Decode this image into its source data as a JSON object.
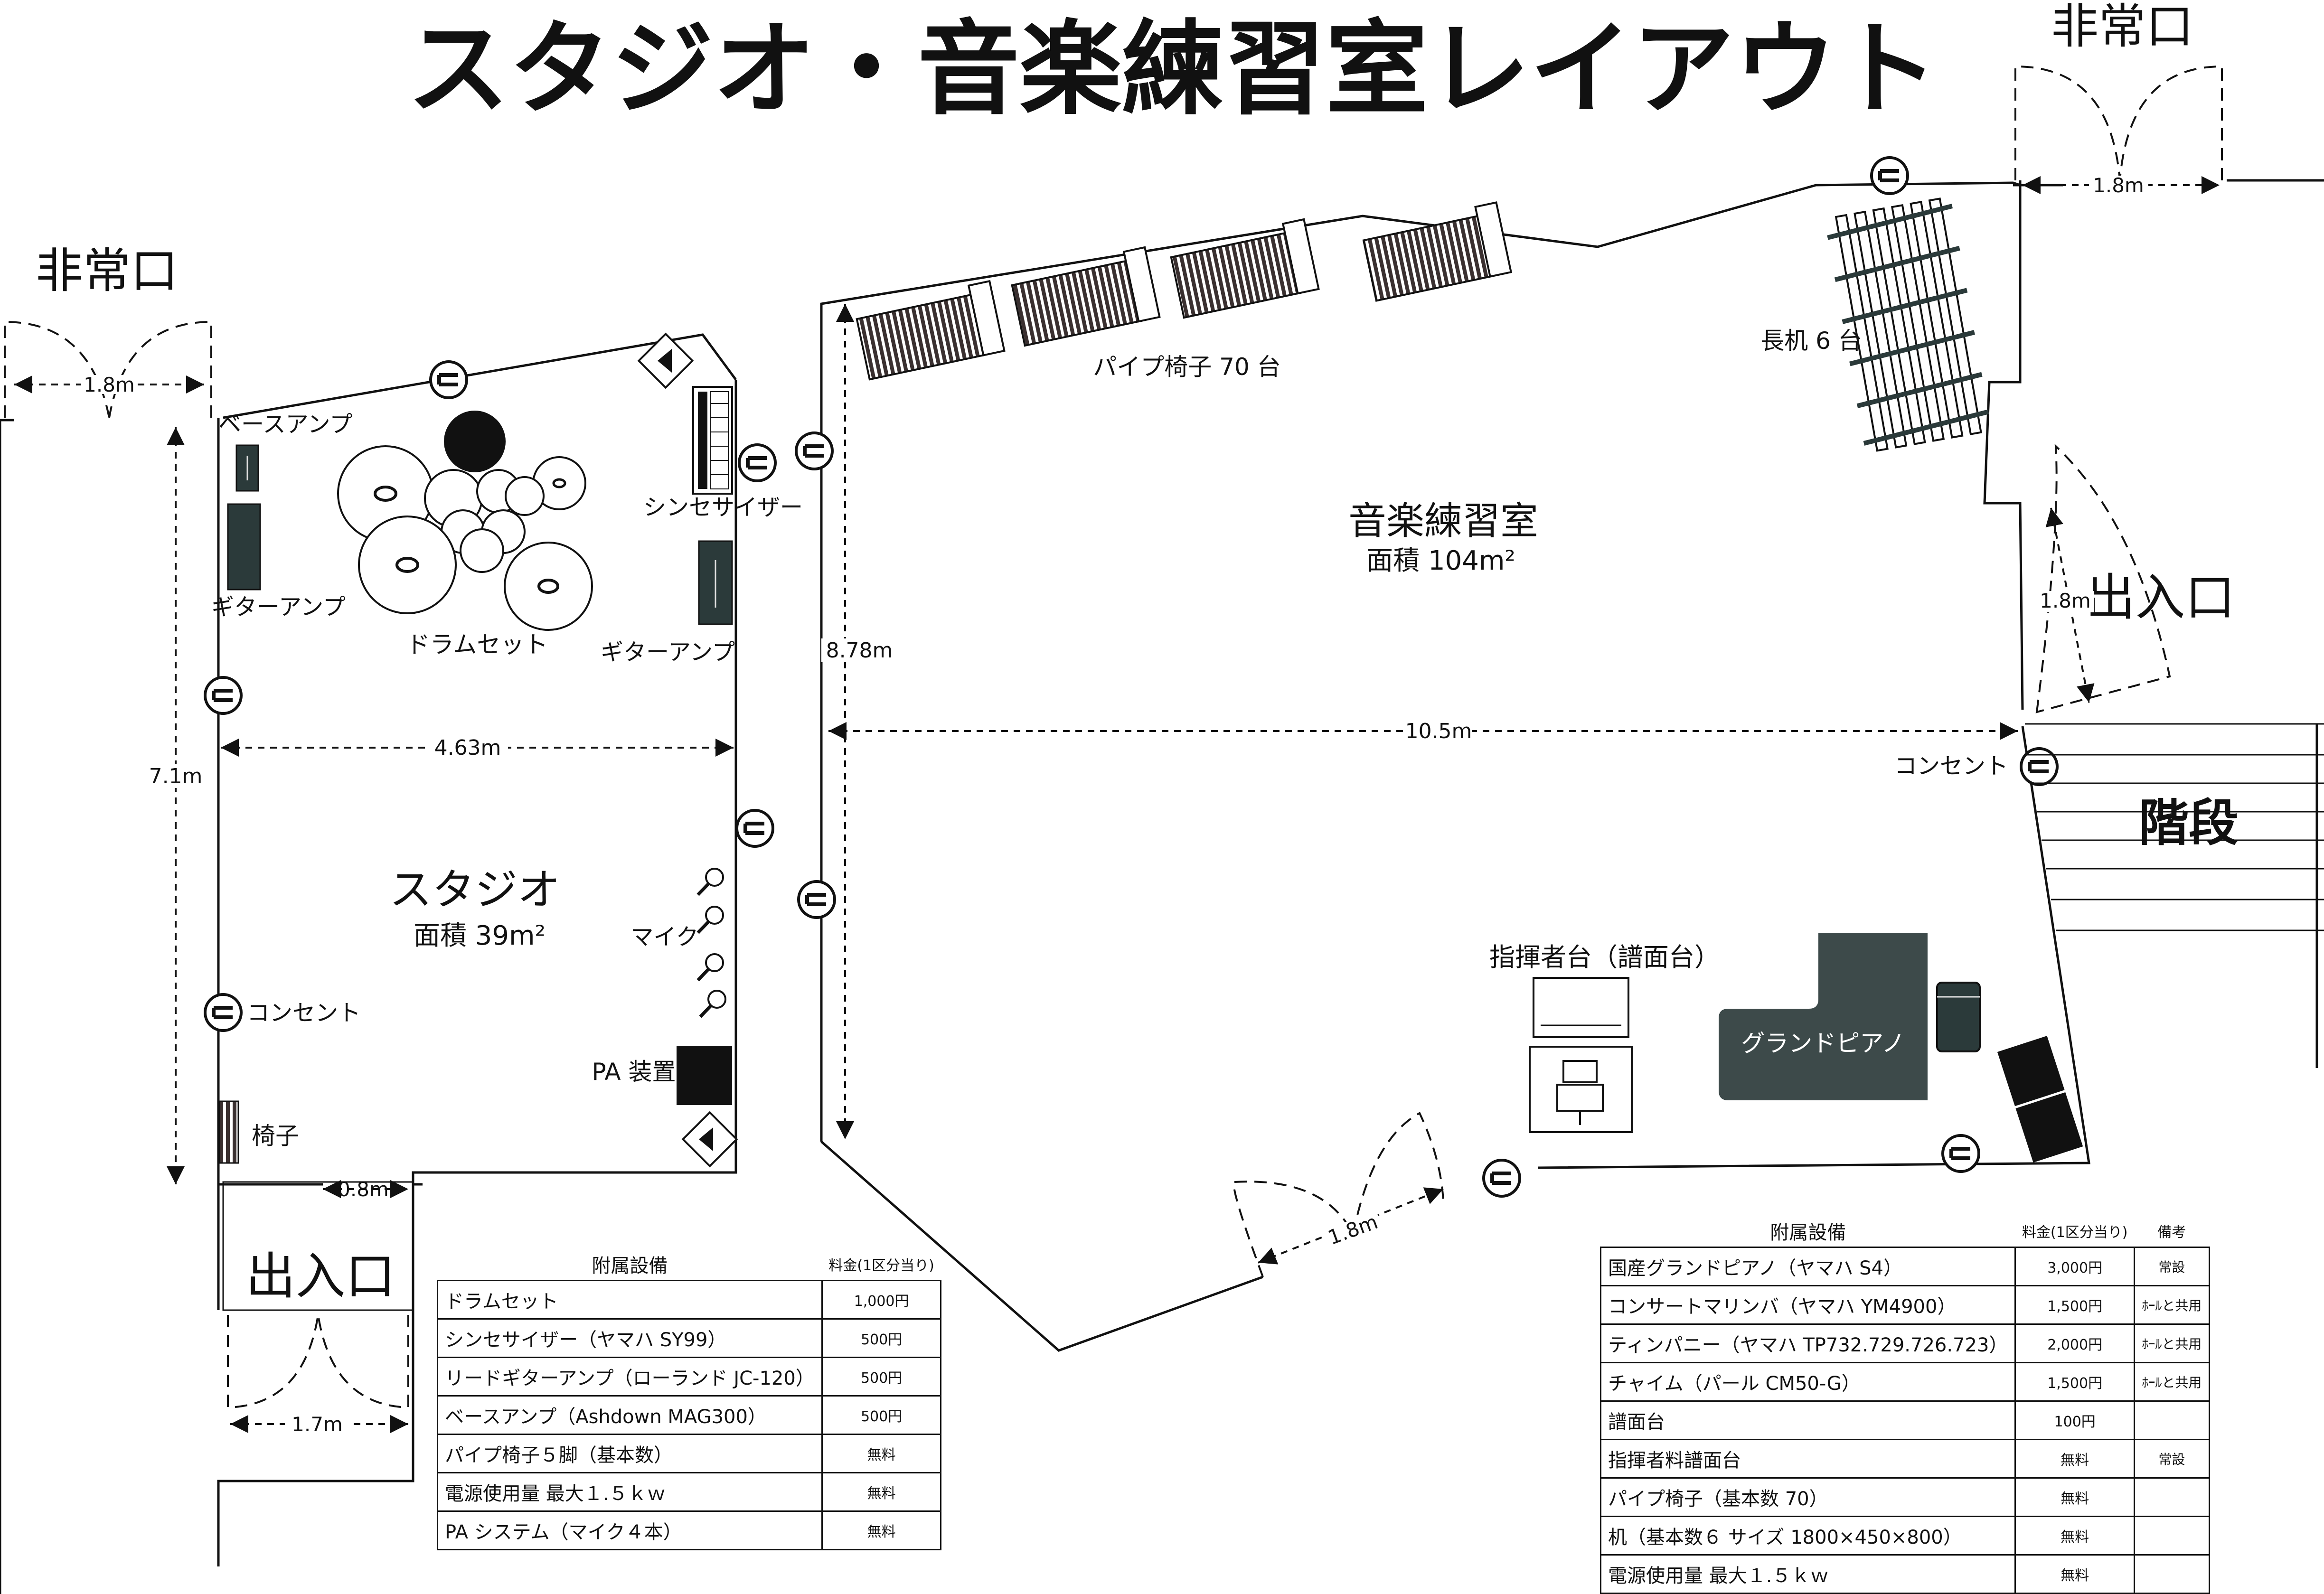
{
  "title": "スタジオ・音楽練習室レイアウト",
  "rooms": {
    "studio": {
      "name": "スタジオ",
      "area": "面積 39m²"
    },
    "practice": {
      "name": "音楽練習室",
      "area": "面積 104m²"
    }
  },
  "labels": {
    "emergency_exit": "非常口",
    "entrance": "出入口",
    "stairs": "階段",
    "bass_amp": "ベースアンプ",
    "guitar_amp": "ギターアンプ",
    "drum_set": "ドラムセット",
    "synthesizer": "シンセサイザー",
    "mic": "マイク",
    "pa": "PA 装置",
    "outlet": "コンセント",
    "chair": "椅子",
    "pipe_chairs": "パイプ椅子 70 台",
    "long_desks": "長机 6 台",
    "conductor_stand": "指揮者台（譜面台）",
    "grand_piano": "グランドピアノ"
  },
  "dimensions": {
    "d_1_8": "1.8m",
    "d_0_8": "0.8m",
    "d_1_7": "1.7m",
    "d_4_63": "4.63m",
    "d_7_1": "7.1m",
    "d_8_78": "8.78m",
    "d_10_5": "10.5m"
  },
  "studio_table": {
    "header": {
      "item": "附属設備",
      "fee": "料金(1区分当り)"
    },
    "rows": [
      {
        "item": "ドラムセット",
        "fee": "1,000円"
      },
      {
        "item": "シンセサイザー（ヤマハ SY99）",
        "fee": "500円"
      },
      {
        "item": "リードギターアンプ（ローランド JC-120）",
        "fee": "500円"
      },
      {
        "item": "ベースアンプ（Ashdown MAG300）",
        "fee": "500円"
      },
      {
        "item": "パイプ椅子５脚（基本数）",
        "fee": "無料"
      },
      {
        "item": "電源使用量 最大１.５ｋｗ",
        "fee": "無料"
      },
      {
        "item": "PA システム（マイク４本）",
        "fee": "無料"
      }
    ]
  },
  "practice_table": {
    "header": {
      "item": "附属設備",
      "fee": "料金(1区分当り)",
      "note": "備考"
    },
    "rows": [
      {
        "item": "国産グランドピアノ（ヤマハ S4）",
        "fee": "3,000円",
        "note": "常設"
      },
      {
        "item": "コンサートマリンバ（ヤマハ YM4900）",
        "fee": "1,500円",
        "note": "ﾎｰﾙと共用"
      },
      {
        "item": "ティンパニー（ヤマハ TP732.729.726.723）",
        "fee": "2,000円",
        "note": "ﾎｰﾙと共用"
      },
      {
        "item": "チャイム（パール CM50-G）",
        "fee": "1,500円",
        "note": "ﾎｰﾙと共用"
      },
      {
        "item": "譜面台",
        "fee": "100円",
        "note": ""
      },
      {
        "item": "指揮者料譜面台",
        "fee": "無料",
        "note": "常設"
      },
      {
        "item": "パイプ椅子（基本数 70）",
        "fee": "無料",
        "note": ""
      },
      {
        "item": "机（基本数６ サイズ 1800×450×800）",
        "fee": "無料",
        "note": ""
      },
      {
        "item": "電源使用量 最大１.５ｋｗ",
        "fee": "無料",
        "note": ""
      }
    ]
  }
}
